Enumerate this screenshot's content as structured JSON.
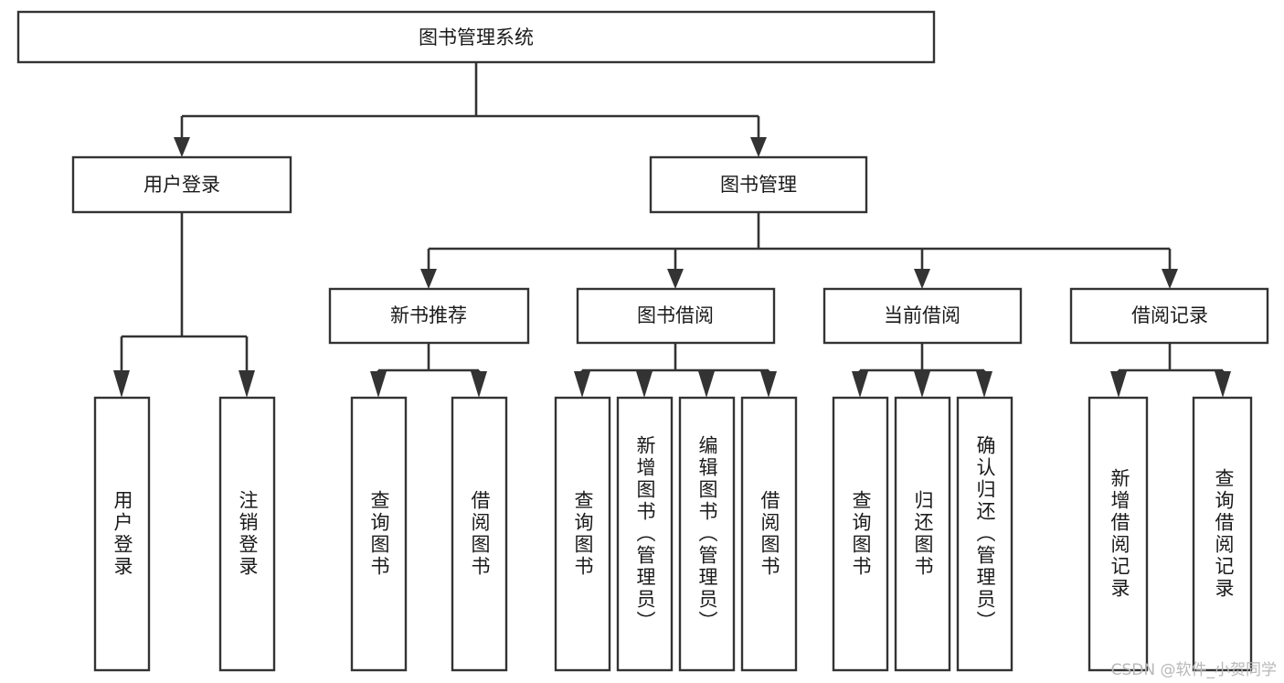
{
  "diagram": {
    "type": "hierarchy-tree",
    "title": "图书管理系统",
    "orientation": "top-down",
    "watermark": "CSDN @软件_小贺同学",
    "colors": {
      "background": "#ffffff",
      "box_fill": "#ffffff",
      "box_stroke": "#333333",
      "connector": "#333333",
      "text": "#1a1a1a",
      "watermark": "#b8b8b8"
    },
    "nodes": {
      "root": {
        "label": "图书管理系统",
        "level": 0,
        "text_direction": "horizontal"
      },
      "l1": [
        {
          "id": "user-login",
          "label": "用户登录",
          "level": 1,
          "text_direction": "horizontal"
        },
        {
          "id": "book-manage",
          "label": "图书管理",
          "level": 1,
          "text_direction": "horizontal"
        }
      ],
      "l2": [
        {
          "id": "new-book-recommend",
          "label": "新书推荐",
          "level": 2,
          "text_direction": "horizontal"
        },
        {
          "id": "book-borrow",
          "label": "图书借阅",
          "level": 2,
          "text_direction": "horizontal"
        },
        {
          "id": "current-borrow",
          "label": "当前借阅",
          "level": 2,
          "text_direction": "horizontal"
        },
        {
          "id": "borrow-record",
          "label": "借阅记录",
          "level": 2,
          "text_direction": "horizontal"
        }
      ],
      "leaves": [
        {
          "id": "leaf-user-login",
          "label": "用户登录",
          "parent": "user-login",
          "text_direction": "vertical"
        },
        {
          "id": "leaf-logout-login",
          "label": "注销登录",
          "parent": "user-login",
          "text_direction": "vertical"
        },
        {
          "id": "leaf-query-book-1",
          "label": "查询图书",
          "parent": "new-book-recommend",
          "text_direction": "vertical"
        },
        {
          "id": "leaf-borrow-book-1",
          "label": "借阅图书",
          "parent": "new-book-recommend",
          "text_direction": "vertical"
        },
        {
          "id": "leaf-query-book-2",
          "label": "查询图书",
          "parent": "book-borrow",
          "text_direction": "vertical"
        },
        {
          "id": "leaf-add-book-admin",
          "label": "新增图书（管理员）",
          "parent": "book-borrow",
          "text_direction": "vertical"
        },
        {
          "id": "leaf-edit-book-admin",
          "label": "编辑图书（管理员）",
          "parent": "book-borrow",
          "text_direction": "vertical"
        },
        {
          "id": "leaf-borrow-book-2",
          "label": "借阅图书",
          "parent": "book-borrow",
          "text_direction": "vertical"
        },
        {
          "id": "leaf-query-book-3",
          "label": "查询图书",
          "parent": "current-borrow",
          "text_direction": "vertical"
        },
        {
          "id": "leaf-return-book",
          "label": "归还图书",
          "parent": "current-borrow",
          "text_direction": "vertical"
        },
        {
          "id": "leaf-confirm-return-admin",
          "label": "确认归还（管理员）",
          "parent": "current-borrow",
          "text_direction": "vertical"
        },
        {
          "id": "leaf-add-borrow-record",
          "label": "新增借阅记录",
          "parent": "borrow-record",
          "text_direction": "vertical"
        },
        {
          "id": "leaf-query-borrow-record",
          "label": "查询借阅记录",
          "parent": "borrow-record",
          "text_direction": "vertical"
        }
      ]
    }
  }
}
